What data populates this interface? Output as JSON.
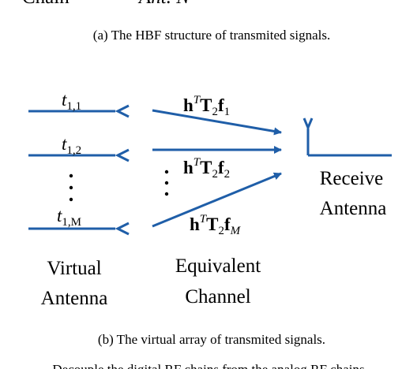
{
  "top_fragment": {
    "left": "Chain",
    "right": "Ant. N"
  },
  "caption_a": "(a) The HBF structure of transmited signals.",
  "caption_b": "(b) The virtual array of transmited signals.",
  "bottom_fragment": "Decouple the digital RF chains from the analog RF chains",
  "virtual_signals": [
    {
      "base": "t",
      "sub": "1,1"
    },
    {
      "base": "t",
      "sub": "1,2"
    },
    {
      "base": "t",
      "sub": "1,M"
    }
  ],
  "channels": [
    {
      "h": "h",
      "sup": "T",
      "T": "T",
      "tsub": "2",
      "f": "f",
      "fsub": "1"
    },
    {
      "h": "h",
      "sup": "T",
      "T": "T",
      "tsub": "2",
      "f": "f",
      "fsub": "2"
    },
    {
      "h": "h",
      "sup": "T",
      "T": "T",
      "tsub": "2",
      "f": "f",
      "fsub": "M"
    }
  ],
  "labels": {
    "virtual_line1": "Virtual",
    "virtual_line2": "Antenna",
    "equiv_line1": "Equivalent",
    "equiv_line2": "Channel",
    "receive_line1": "Receive",
    "receive_line2": "Antenna"
  },
  "colors": {
    "line": "#1f5ea8",
    "text": "#000000"
  }
}
